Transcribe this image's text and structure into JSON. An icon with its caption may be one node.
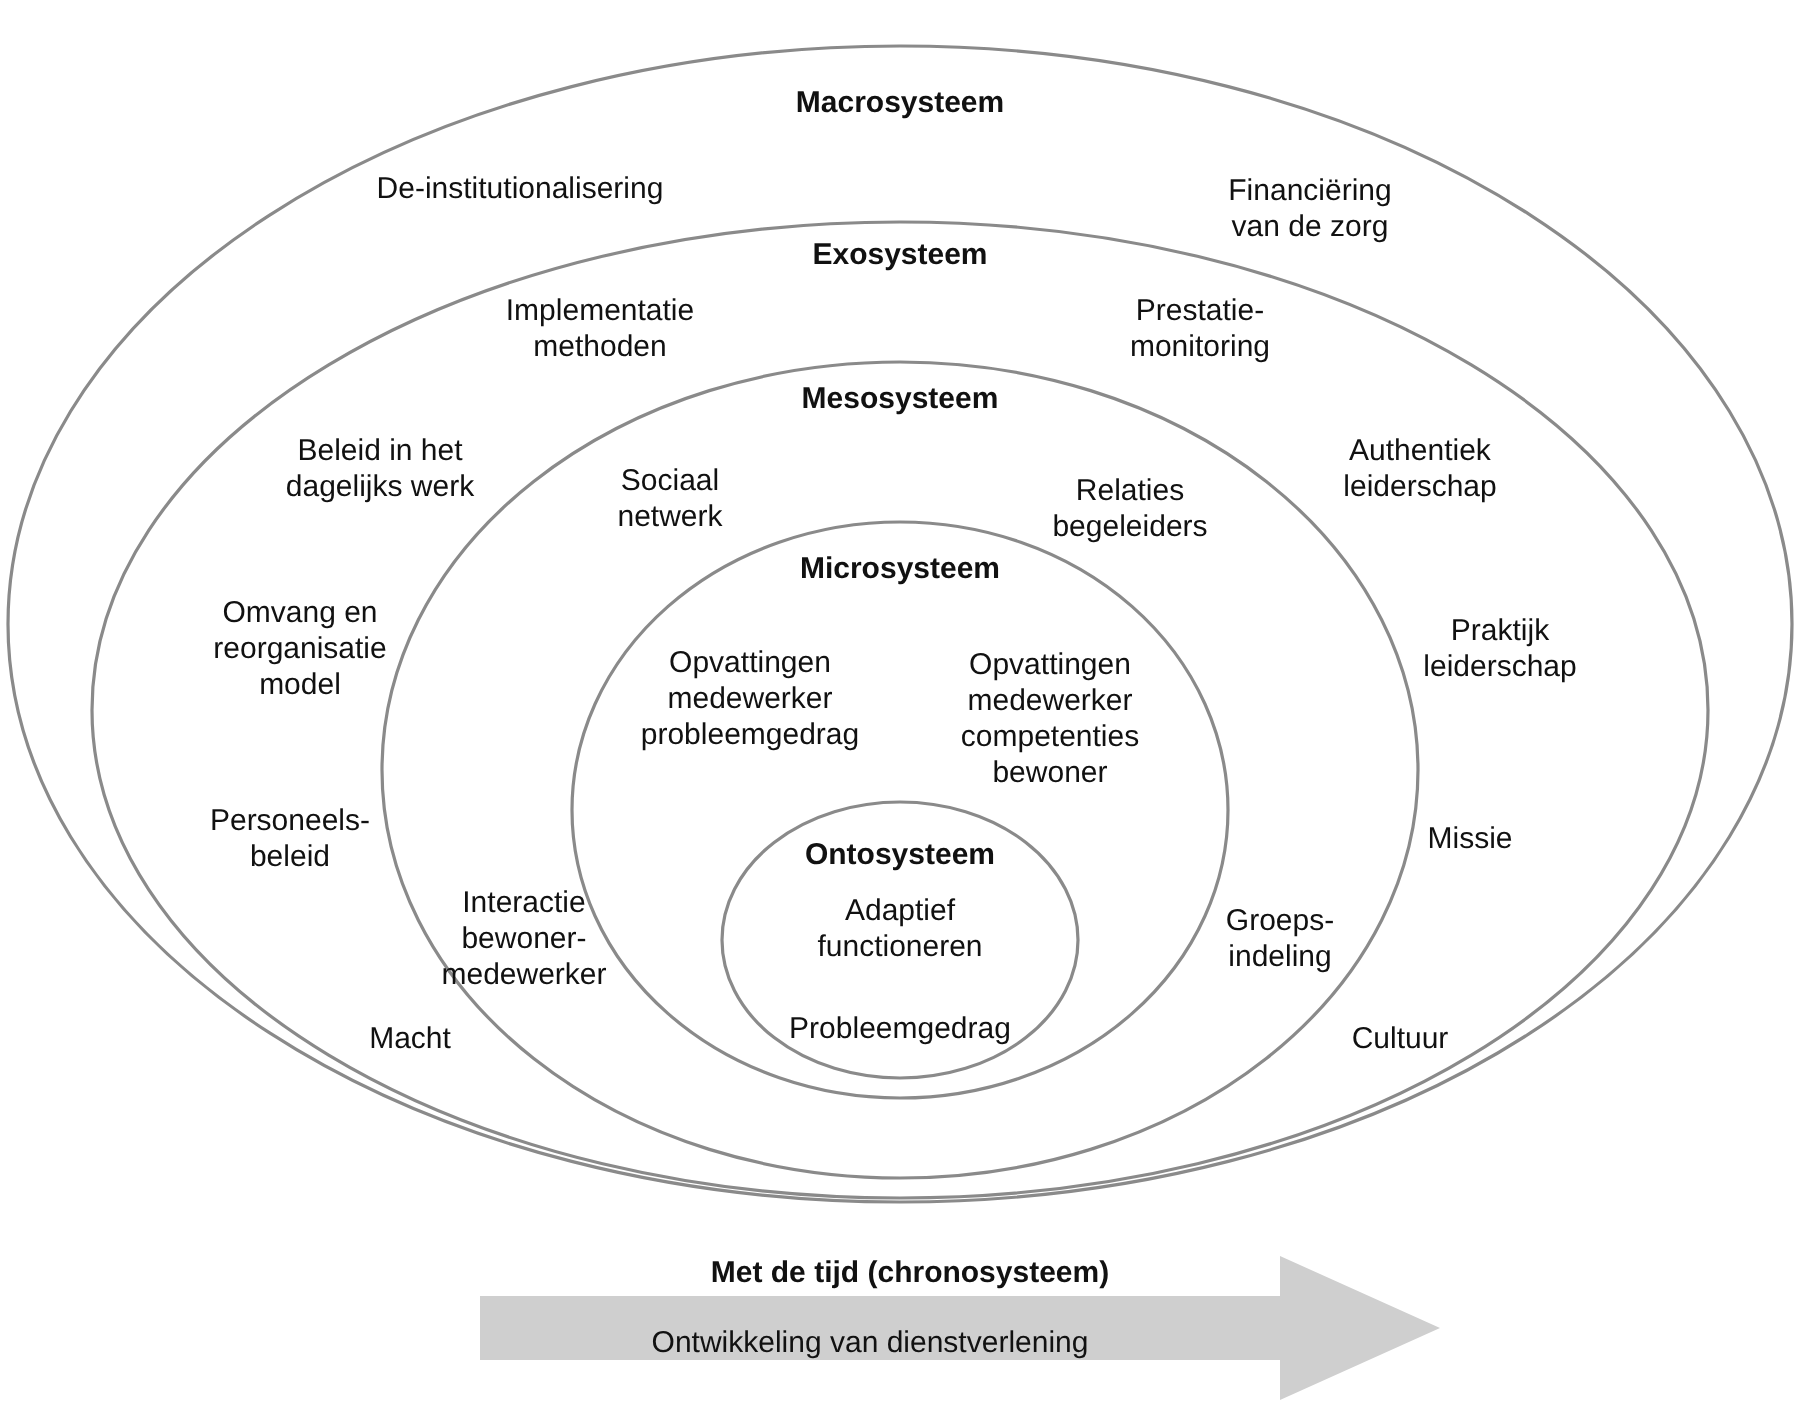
{
  "diagram": {
    "nodes": [
      {
        "text": [
          "Macrosysteem",
          "De-institutionalisering",
          "Financiëring van de zorg"
        ]
      },
      {
        "text": [
          "Exosysteem",
          "Implementatie methoden",
          "Prestatie-monitoring",
          "Beleid in het dagelijks werk",
          "Authentiek leiderschap",
          "Omvang en reorganisatie model",
          "Praktijk leiderschap",
          "Personeels-beleid",
          "Missie",
          "Macht",
          "Cultuur"
        ],
        "in": 0
      },
      {
        "text": [
          "Mesosysteem",
          "Sociaal netwerk",
          "Relaties begeleiders",
          "Interactie bewoner-medewerker",
          "Groeps-indeling"
        ],
        "in": 1
      },
      {
        "text": [
          "Microsysteem",
          "Opvattingen medewerker probleemgedrag",
          "Opvattingen medewerker competenties bewoner"
        ],
        "in": 2
      },
      {
        "text": [
          "Ontosysteem",
          "Adaptief functioneren",
          "Probleemgedrag"
        ],
        "in": 3
      },
      {
        "text": [
          "Met de tijd (chronosysteem)",
          "Ontwikkeling van dienstverlening"
        ]
      }
    ],
    "edges": []
  }
}
